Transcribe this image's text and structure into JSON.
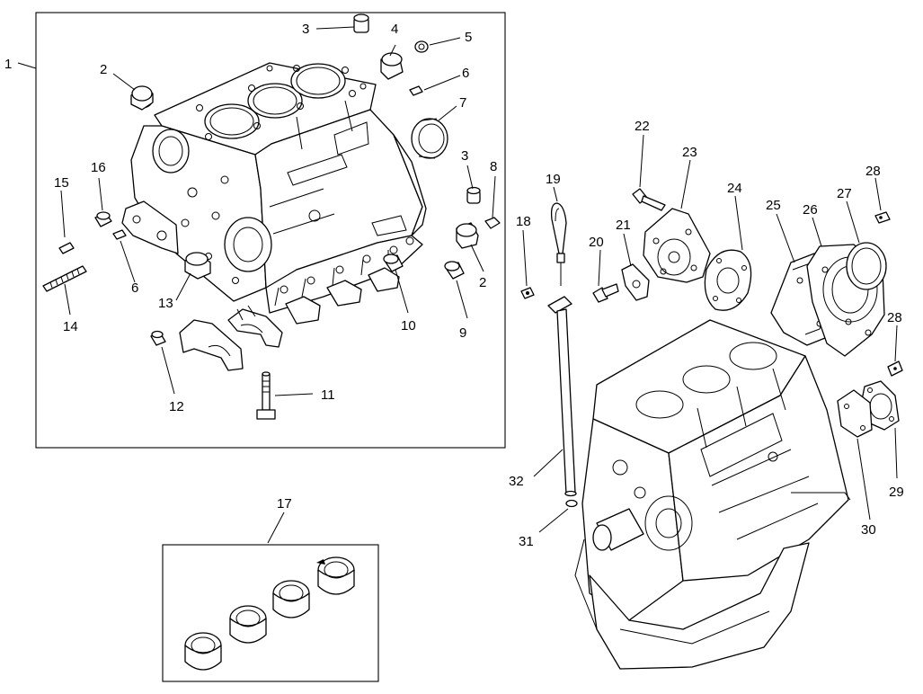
{
  "callouts": {
    "c1": "1",
    "c2a": "2",
    "c2b": "2",
    "c3a": "3",
    "c3b": "3",
    "c4": "4",
    "c5": "5",
    "c6a": "6",
    "c6b": "6",
    "c7": "7",
    "c8": "8",
    "c9": "9",
    "c10": "10",
    "c11": "11",
    "c12": "12",
    "c13": "13",
    "c14": "14",
    "c15": "15",
    "c16": "16",
    "c17": "17",
    "c18": "18",
    "c19": "19",
    "c20": "20",
    "c21": "21",
    "c22": "22",
    "c23": "23",
    "c24": "24",
    "c25": "25",
    "c26": "26",
    "c27": "27",
    "c28a": "28",
    "c28b": "28",
    "c29": "29",
    "c30": "30",
    "c31": "31",
    "c32": "32"
  }
}
